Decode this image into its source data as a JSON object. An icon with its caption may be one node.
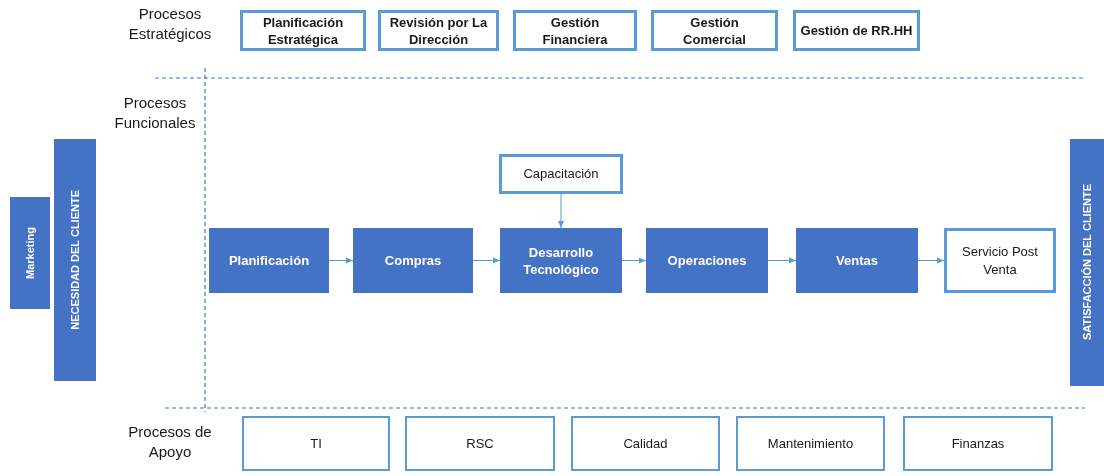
{
  "diagram": {
    "nodes": [
      {
        "text": [
          "Planificación Estratégica"
        ]
      },
      {
        "text": [
          "Revisión por La Dirección"
        ]
      },
      {
        "text": [
          "Gestión Financiera"
        ]
      },
      {
        "text": [
          "Gestión Comercial"
        ]
      },
      {
        "text": [
          "Gestión de RR.HH"
        ]
      },
      {
        "text": [
          "Marketing"
        ]
      },
      {
        "text": [
          "NECESIDAD DEL CLIENTE"
        ]
      },
      {
        "text": [
          "Capacitación"
        ]
      },
      {
        "text": [
          "Planificación"
        ]
      },
      {
        "text": [
          "Compras"
        ]
      },
      {
        "text": [
          "Desarrollo Tecnológico"
        ]
      },
      {
        "text": [
          "Operaciones"
        ]
      },
      {
        "text": [
          "Ventas"
        ]
      },
      {
        "text": [
          "Servicio Post Venta"
        ]
      },
      {
        "text": [
          "SATISFACCIÓN DEL CLIENTE"
        ]
      },
      {
        "text": [
          "TI"
        ]
      },
      {
        "text": [
          "RSC"
        ]
      },
      {
        "text": [
          "Calidad"
        ]
      },
      {
        "text": [
          "Mantenimiento"
        ]
      },
      {
        "text": [
          "Finanzas"
        ]
      }
    ],
    "edges": [
      {
        "from": 8,
        "to": 9,
        "arrow": "to"
      },
      {
        "from": 9,
        "to": 10,
        "arrow": "to"
      },
      {
        "from": 7,
        "to": 10,
        "arrow": "to"
      },
      {
        "from": 10,
        "to": 11,
        "arrow": "to"
      },
      {
        "from": 11,
        "to": 12,
        "arrow": "to"
      },
      {
        "from": 12,
        "to": 13,
        "arrow": "to"
      }
    ],
    "labels": [
      "Procesos Estratégicos",
      "Procesos Funcionales",
      "Procesos de Apoyo"
    ]
  }
}
